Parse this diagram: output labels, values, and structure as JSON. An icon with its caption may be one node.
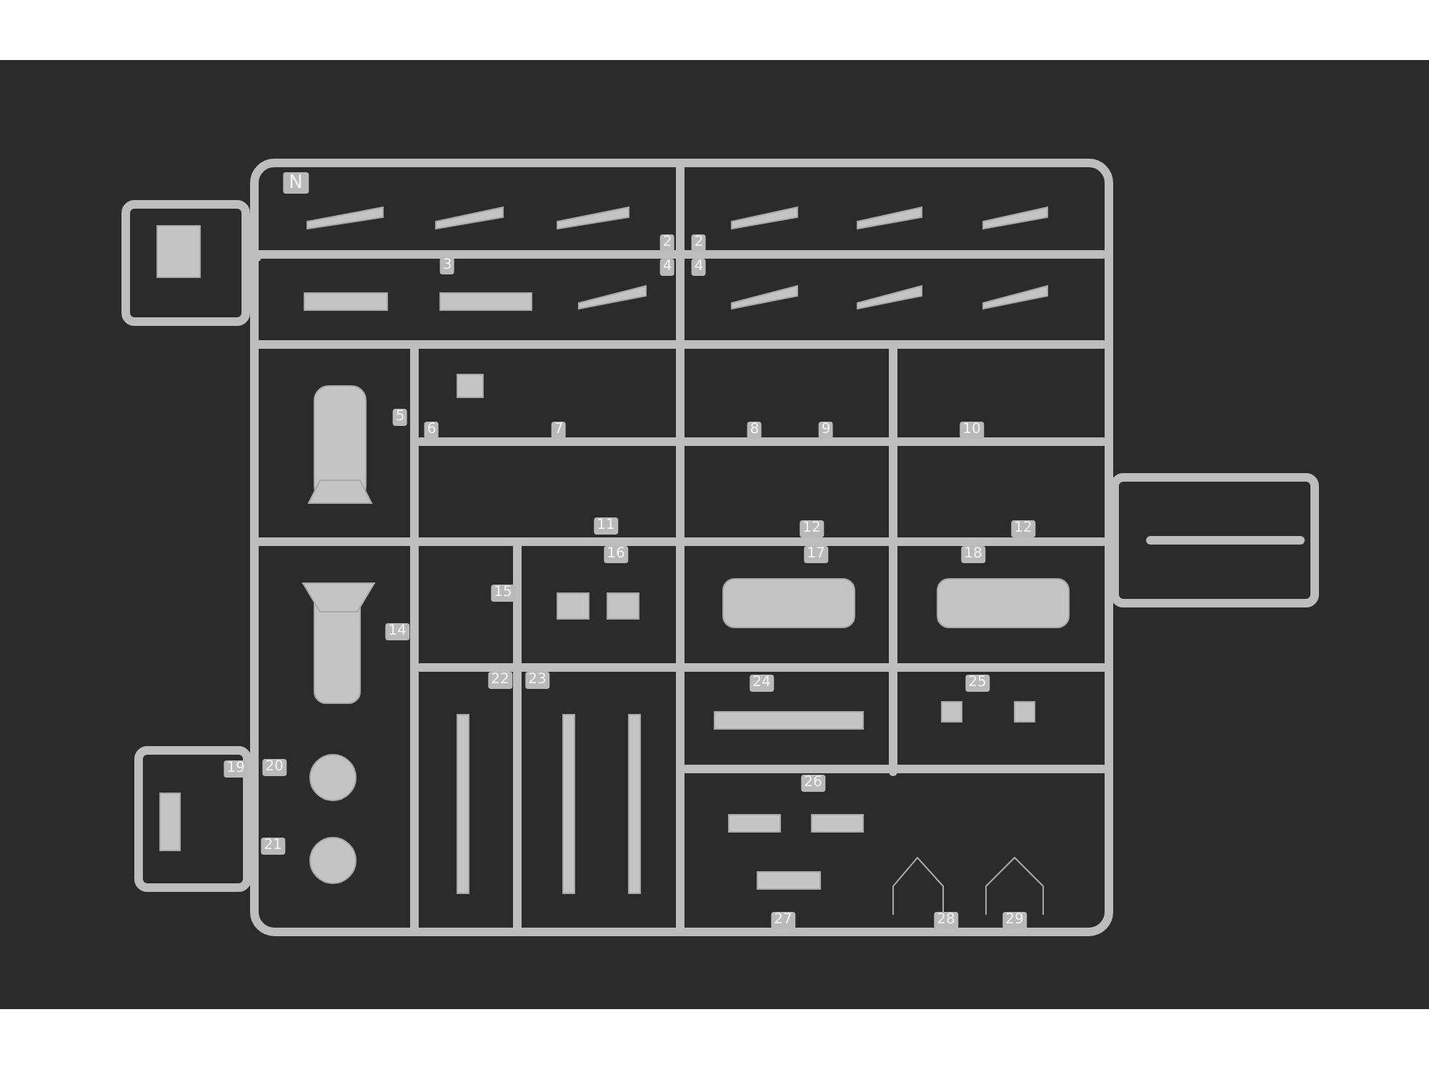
{
  "diagram": {
    "labels": [
      "N",
      "2",
      "2",
      "3",
      "4",
      "4",
      "5",
      "6",
      "7",
      "8",
      "9",
      "10",
      "11",
      "12",
      "12",
      "16",
      "17",
      "18",
      "15",
      "14",
      "22",
      "23",
      "24",
      "25",
      "19",
      "20",
      "21",
      "26",
      "27",
      "28",
      "29"
    ]
  }
}
